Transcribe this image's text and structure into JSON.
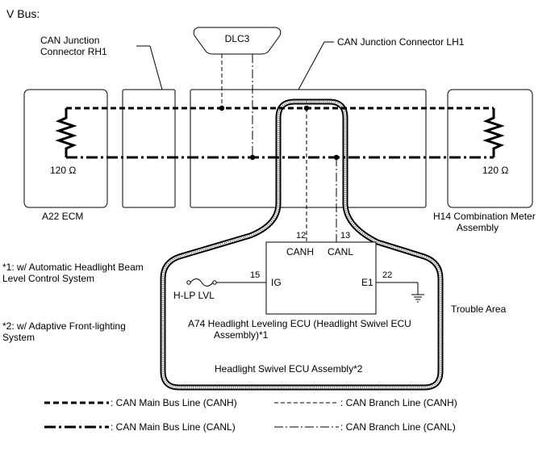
{
  "heading": "V Bus:",
  "components": {
    "dlc3": "DLC3",
    "can_jc_rh1_line1": "CAN Junction",
    "can_jc_rh1_line2": "Connector RH1",
    "can_jc_lh1": "CAN Junction Connector LH1",
    "ecm_resistor": "120 Ω",
    "ecm_name": "A22 ECM",
    "meter_resistor": "120 Ω",
    "meter_name_line1": "H14  Combination Meter",
    "meter_name_line2": "Assembly"
  },
  "ecu": {
    "pin_canh": "12",
    "pin_canl": "13",
    "label_canh": "CANH",
    "label_canl": "CANL",
    "pin_ig": "15",
    "label_ig": "IG",
    "pin_e1": "22",
    "label_e1": "E1",
    "fuse_label": "H-LP LVL",
    "name_line1": "A74  Headlight Leveling  ECU (Headlight Swivel ECU",
    "name_line2": "Assembly)*1",
    "alt_name": "Headlight Swivel ECU Assembly*2"
  },
  "notes": {
    "note1_line1": "*1: w/ Automatic Headlight Beam",
    "note1_line2": "Level Control System",
    "note2_line1": "*2: w/ Adaptive Front-lighting",
    "note2_line2": "System"
  },
  "trouble_area": "Trouble Area",
  "legend": {
    "main_canh": ": CAN Main Bus Line (CANH)",
    "main_canl": ": CAN Main Bus Line (CANL)",
    "branch_canh": ": CAN Branch Line (CANH)",
    "branch_canl": ": CAN Branch Line (CANL)"
  }
}
